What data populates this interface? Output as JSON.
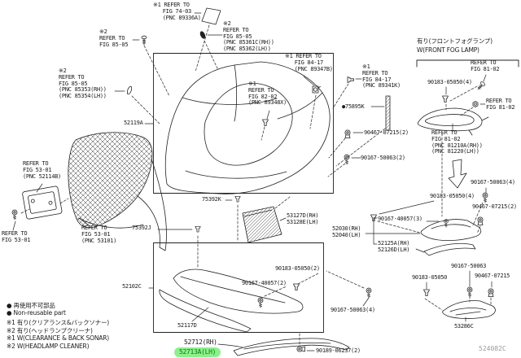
{
  "diagram_code": "524082C",
  "colors": {
    "line": "#222222",
    "highlight_bg": "#8df08d",
    "highlight_text": "#0a7d0a"
  },
  "fog_lamp_section": {
    "title_jp": "有り(フロントフォグランプ)",
    "title_en": "W(FRONT FOG LAMP)"
  },
  "legend": {
    "non_reusable_jp": "● 再使用不可部品",
    "non_reusable_en": "● Non-reusable part",
    "note1_jp": "※1 有り(クリアランス&バックソナー)",
    "note2_jp": "※2 有り(ヘッドランプクリーナ)",
    "note1_en": "※1 W(CLEARANCE & BACK SONAR)",
    "note2_en": "※2 W(HEADLAMP CLEANER)"
  },
  "labels": {
    "fig74": "※1 REFER TO\n   FIG 74-03\n   (PNC 89336A)",
    "fig85_tl": "※2\nREFER TO\nFIG 85-05",
    "fig85_r": "※2\nREFER TO\nFIG 85-05\n(PNC 85361C(RH))\n(PNC 85362(LH))",
    "fig85_l": "※2\nREFER TO\nFIG 85-05\n(PNC 85353(RH))\n(PNC 85354(LH))",
    "fig84_a": "※1 REFER TO\n   FIG 84-17\n   (PNC 89347B)",
    "fig84_b": "※1\nREFER TO\nFIG 84-17\n(PNC 89341K)",
    "fig82": "※1\nREFER TO\nFIG 82-02\n(PNC 89348X)",
    "fig81_a": "REFER TO\nFIG 81-02",
    "fig81_b": "REFER TO\nFIG 81-02",
    "fig81_c": "REFER TO\nFIG 81-02\n(PNC 81210A(RH))\n(PNC 81220(LH))",
    "fig53_a": "REFER TO\nFIG 53-01\n(PNC 52114B)",
    "fig53_b": "REFER TO\nFIG 53-01\n(PNC 53101)",
    "fig53_c": "REFER TO\nFIG 53-01",
    "p52119a": "52119A",
    "p75895k": "●75895K",
    "p90467_07215_2a": "90467-07215(2)",
    "p90167_50063_2": "90167-50063(2)",
    "p90183_05050_4a": "90183-05050(4)",
    "p90167_50063_4a": "90167-50063(4)",
    "p90183_05050_4b": "90183-05050(4)",
    "p90467_07215_2b": "90467-07215(2)",
    "p90167_40057_3": "90167-40057(3)",
    "p52030_52040": "52030(RH)\n52040(LH)",
    "p52125a_52126d": "52125A(RH)\n52126D(LH)",
    "p90167_50063_b": "90167-50063",
    "p90183_05050_c": "90183-05050",
    "p90467_07215_c": "90467-07215",
    "p53286c": "53286C",
    "p90167_50063_4b": "90167-50063(4)",
    "p90189_06237_2": "90189-06237(2)",
    "p90167_40057_2": "90167-40057(2)",
    "p90183_05050_2": "90183-05050(2)",
    "p52712": "52712(RH)",
    "p52713a": "52713A(LH)",
    "p52102c": "52102C",
    "p52117d": "52117D",
    "p75392k": "75392K",
    "p75392j": "75392J",
    "p53127d_53128e": "53127D(RH)\n53128E(LH)"
  }
}
